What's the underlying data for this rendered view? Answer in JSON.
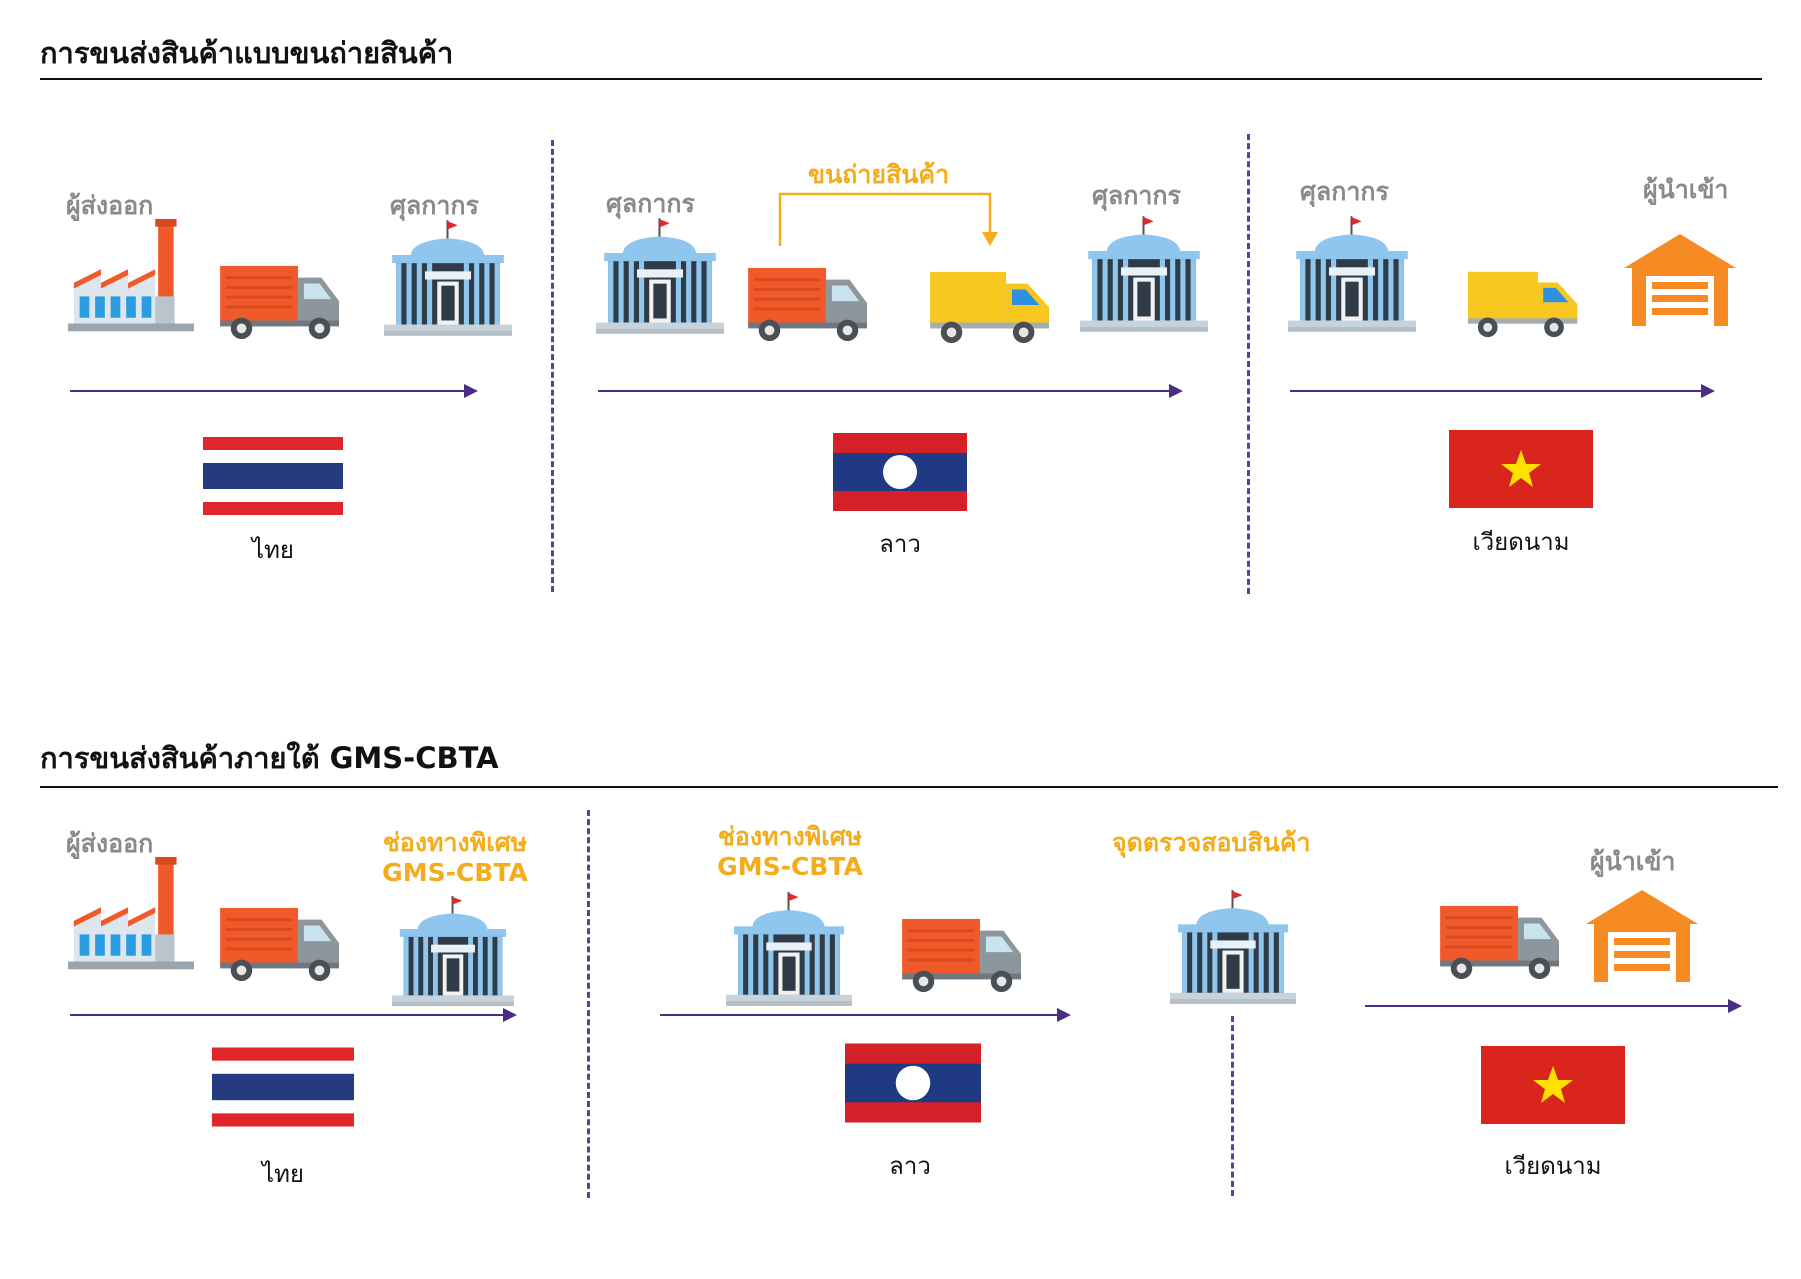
{
  "section1": {
    "title": "การขนส่งสินค้าแบบขนถ่ายสินค้า",
    "labels": {
      "exporter": "ผู้ส่งออก",
      "customs_th": "ศุลกากร",
      "customs_la_in": "ศุลกากร",
      "transshipment": "ขนถ่ายสินค้า",
      "customs_la_out": "ศุลกากร",
      "customs_vn": "ศุลกากร",
      "importer": "ผู้นำเข้า"
    },
    "countries": {
      "thailand": "ไทย",
      "laos": "ลาว",
      "vietnam": "เวียดนาม"
    }
  },
  "section2": {
    "title": "การขนส่งสินค้าภายใต้ GMS-CBTA",
    "labels": {
      "exporter": "ผู้ส่งออก",
      "special_lane_th_1": "ช่องทางพิเศษ",
      "special_lane_th_2": "GMS-CBTA",
      "special_lane_la_1": "ช่องทางพิเศษ",
      "special_lane_la_2": "GMS-CBTA",
      "inspection_point": "จุดตรวจสอบสินค้า",
      "importer": "ผู้นำเข้า"
    },
    "countries": {
      "thailand": "ไทย",
      "laos": "ลาว",
      "vietnam": "เวียดนาม"
    }
  },
  "icons": {
    "factory": "factory-icon",
    "truck_orange": "orange-truck-icon",
    "truck_yellow": "yellow-truck-icon",
    "customs": "customs-building-icon",
    "warehouse": "warehouse-icon",
    "flags": [
      "thailand-flag-icon",
      "laos-flag-icon",
      "vietnam-flag-icon"
    ]
  },
  "colors": {
    "accent_orange": "#f3ac1b",
    "arrow_purple": "#4b2e83",
    "label_gray": "#8a8a8a",
    "truck_orange": "#f0592a",
    "truck_yellow": "#f7c61f",
    "customs_blue": "#8ec6ee",
    "warehouse_orange": "#f68b23"
  }
}
